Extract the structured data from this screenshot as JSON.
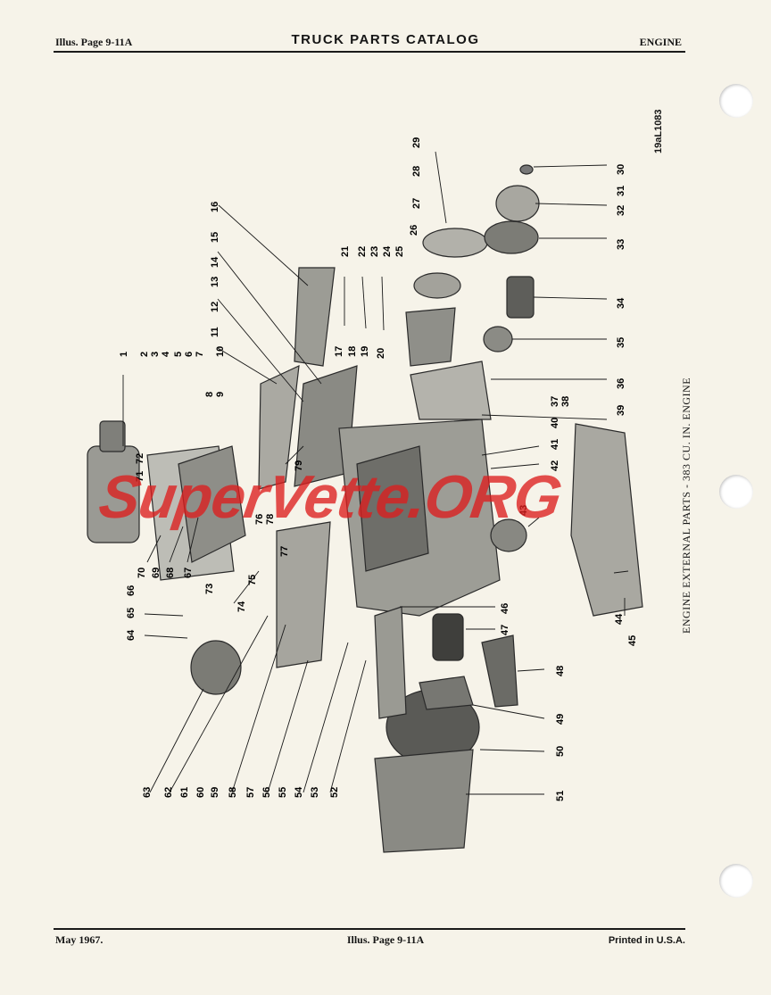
{
  "header": {
    "left": "Illus. Page 9-11A",
    "center": "TRUCK PARTS CATALOG",
    "right": "ENGINE"
  },
  "footer": {
    "left": "May 1967.",
    "center": "Illus. Page 9-11A",
    "right": "Printed in U.S.A."
  },
  "illustration": {
    "reference_code": "19aL1083",
    "caption": "ENGINE EXTERNAL PARTS - 383 CU. IN. ENGINE",
    "callouts": [
      "1",
      "2",
      "3",
      "4",
      "5",
      "6",
      "7",
      "8",
      "9",
      "10",
      "11",
      "12",
      "13",
      "14",
      "15",
      "16",
      "17",
      "18",
      "19",
      "20",
      "21",
      "22",
      "23",
      "24",
      "25",
      "26",
      "27",
      "28",
      "29",
      "30",
      "31",
      "32",
      "33",
      "34",
      "35",
      "36",
      "37",
      "38",
      "39",
      "40",
      "41",
      "42",
      "43",
      "44",
      "45",
      "46",
      "47",
      "48",
      "49",
      "50",
      "51",
      "52",
      "53",
      "54",
      "55",
      "56",
      "57",
      "58",
      "59",
      "60",
      "61",
      "62",
      "63",
      "64",
      "65",
      "66",
      "67",
      "68",
      "69",
      "70",
      "71",
      "72",
      "73",
      "74",
      "75",
      "76",
      "77",
      "78",
      "79"
    ]
  },
  "watermark": "SuperVette.ORG"
}
